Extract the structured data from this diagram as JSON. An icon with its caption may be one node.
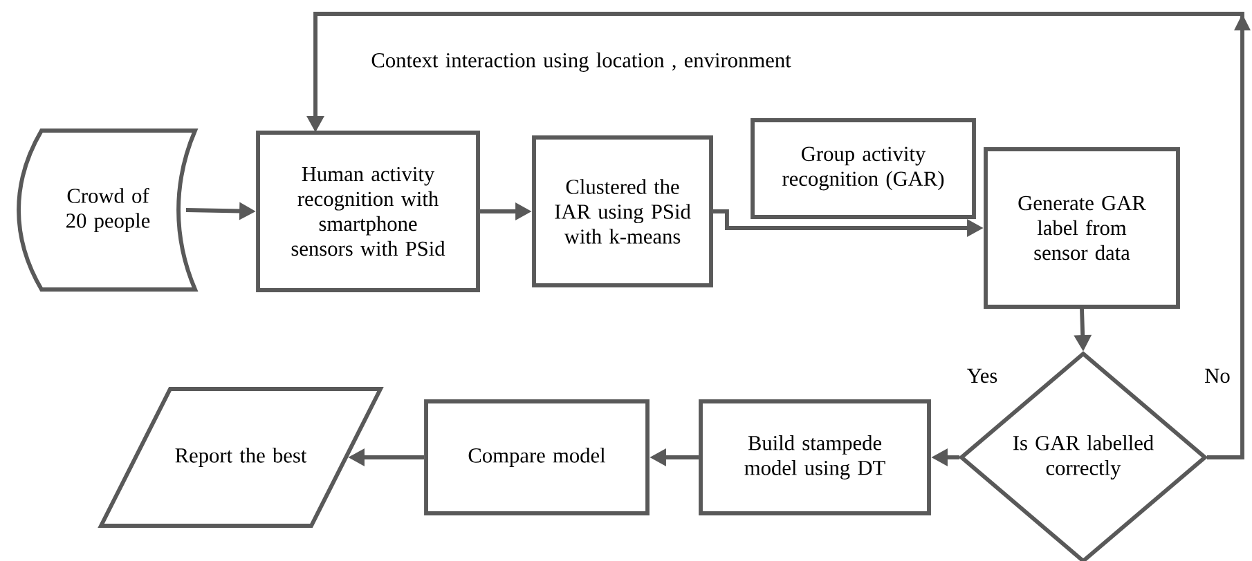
{
  "diagram": {
    "nodes": [
      {
        "text": [
          "Crowd of 20 people"
        ]
      },
      {
        "text": [
          "Human activity recognition with smartphone sensors with PSid"
        ]
      },
      {
        "text": [
          "Clustered the IAR using PSid with k-means"
        ]
      },
      {
        "text": [
          "Group activity recognition (GAR)"
        ]
      },
      {
        "text": [
          "Generate GAR label from sensor data"
        ]
      },
      {
        "text": [
          "Is GAR labelled correctly"
        ]
      },
      {
        "text": [
          "Build stampede model using DT"
        ]
      },
      {
        "text": [
          "Compare model"
        ]
      },
      {
        "text": [
          "Report the best"
        ]
      }
    ],
    "edges": [
      {
        "from": 0,
        "to": 1,
        "arrow": "to"
      },
      {
        "from": 1,
        "to": 2,
        "arrow": "to"
      },
      {
        "from": 2,
        "to": 4,
        "arrow": "to"
      },
      {
        "from": 4,
        "to": 5,
        "arrow": "to"
      },
      {
        "from": 5,
        "to": 1,
        "arrow": "to",
        "label": "No"
      },
      {
        "from": 5,
        "to": 6,
        "arrow": "to",
        "label": "Yes"
      },
      {
        "from": 6,
        "to": 7,
        "arrow": "to"
      },
      {
        "from": 7,
        "to": 8,
        "arrow": "to"
      }
    ],
    "labels": [
      "Context interaction using location , environment"
    ]
  }
}
